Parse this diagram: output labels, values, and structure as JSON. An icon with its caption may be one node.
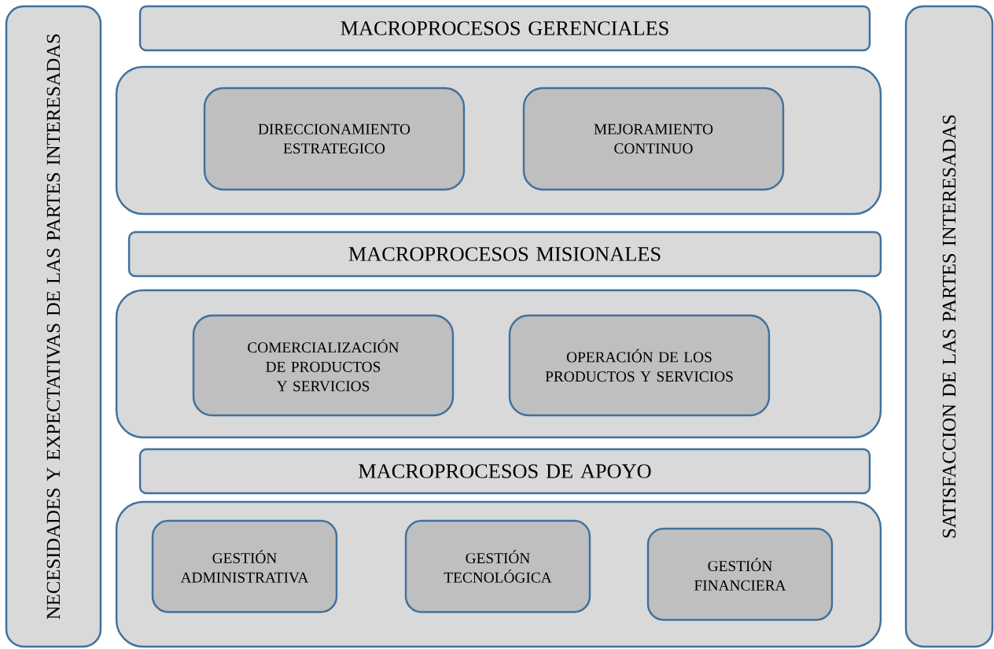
{
  "diagram": {
    "nodes": [
      {
        "text": [
          "NECESIDADES Y EXPECTATIVAS DE LAS PARTES INTERESADAS"
        ]
      },
      {
        "text": [
          "MACROPROCESOS GERENCIALES"
        ]
      },
      {
        "text": [],
        "shape": "box"
      },
      {
        "text": [
          "DIRECCIONAMIENTO ESTRATEGICO"
        ],
        "in": 2
      },
      {
        "text": [
          "MEJORAMIENTO CONTINUO"
        ],
        "in": 2
      },
      {
        "text": [
          "MACROPROCESOS MISIONALES"
        ]
      },
      {
        "text": [],
        "shape": "box"
      },
      {
        "text": [
          "COMERCIALIZACIÓN DE PRODUCTOS Y SERVICIOS"
        ],
        "in": 6
      },
      {
        "text": [
          "OPERACIÓN DE LOS PRODUCTOS Y SERVICIOS"
        ],
        "in": 6
      },
      {
        "text": [
          "MACROPROCESOS DE APOYO"
        ]
      },
      {
        "text": [],
        "shape": "box"
      },
      {
        "text": [
          "GESTIÓN ADMINISTRATIVA"
        ],
        "in": 10
      },
      {
        "text": [
          "GESTIÓN TECNOLÓGICA"
        ],
        "in": 10
      },
      {
        "text": [
          "GESTIÓN FINANCIERA"
        ],
        "in": 10
      },
      {
        "text": [
          "SATISFACCION DE LAS PARTES INTERESADAS"
        ]
      }
    ]
  }
}
